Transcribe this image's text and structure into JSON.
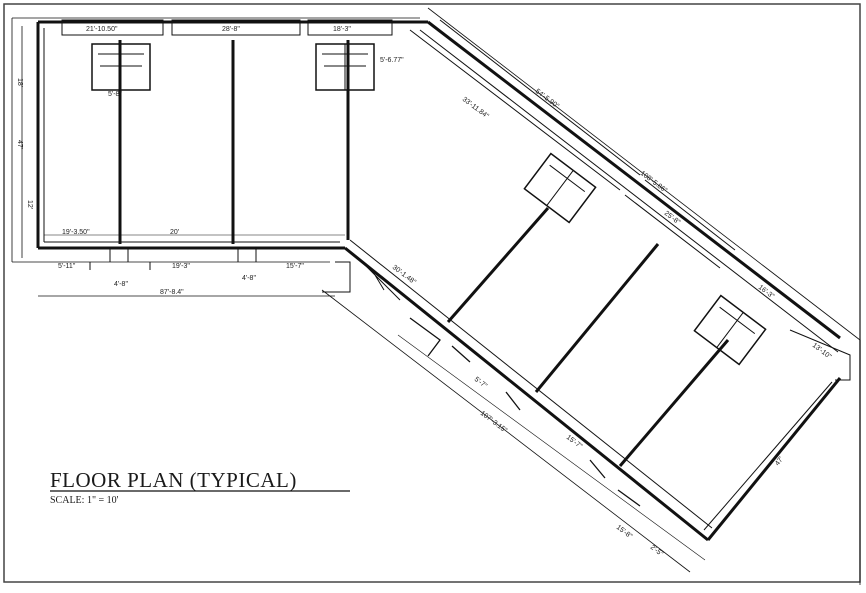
{
  "plan": {
    "title": "FLOOR PLAN (TYPICAL)",
    "scale": "SCALE: 1\" = 10'"
  },
  "dimensions": {
    "top_1": "21'-10.50\"",
    "top_2": "28'-8\"",
    "top_3": "18'-3\"",
    "left_1": "18'",
    "left_2": "47'",
    "left_3": "12'",
    "bottom_1": "19'-3.50\"",
    "bottom_2": "20'",
    "bottom_3": "19'-3\"",
    "bottom_4": "15'-7\"",
    "bottom_total": "87'-8.4\"",
    "bottom_small_1": "5'-11\"",
    "bottom_small_2": "4'-8\"",
    "bottom_small_3": "4'-8\"",
    "diag_top_1": "33'-11.84\"",
    "diag_top_2": "54'-5.90\"",
    "diag_top_3": "108'-5.86\"",
    "diag_top_4": "25'-8\"",
    "diag_top_5": "16'-3\"",
    "diag_top_6": "13'-10\"",
    "diag_bot_1": "30'-1.48\"",
    "diag_bot_2": "5'-7\"",
    "diag_bot_3": "107'-3.15\"",
    "diag_bot_4": "15'-7\"",
    "diag_bot_5": "15'-8\"",
    "diag_bot_6": "2'-5\"",
    "right_end": "47'",
    "upper_small": "5'-6.77\"",
    "stair_1": "5'-8\""
  }
}
